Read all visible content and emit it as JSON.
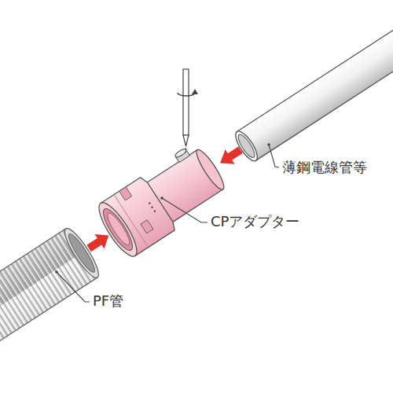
{
  "diagram": {
    "labels": [
      "薄鋼電線管等",
      "CPアダプター",
      "PF管"
    ]
  }
}
